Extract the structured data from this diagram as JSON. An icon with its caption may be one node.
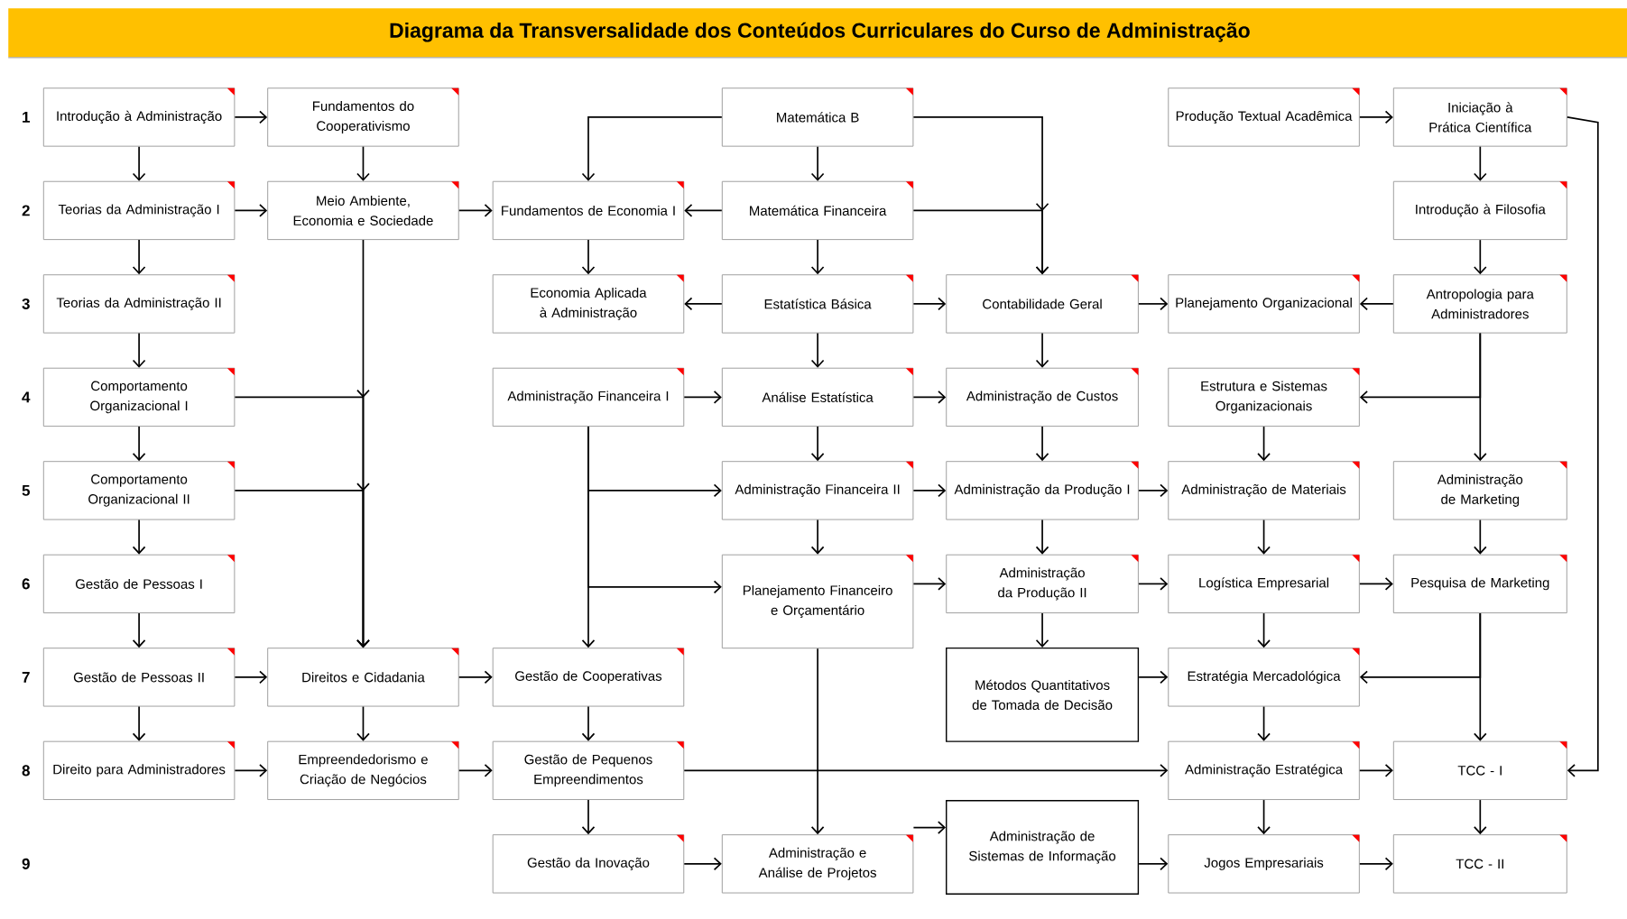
{
  "diagram": {
    "title": "Diagrama da Transversalidade dos Conteúdos Curriculares do Curso de Administração",
    "nodes": [
      {
        "text": [
          "Introdução à Administração"
        ]
      },
      {
        "text": [
          "Fundamentos do Cooperativismo"
        ]
      },
      {
        "text": [
          "Matemática B"
        ]
      },
      {
        "text": [
          "Produção Textual Acadêmica"
        ]
      },
      {
        "text": [
          "Iniciação à Prática Científica"
        ]
      },
      {
        "text": [
          "Teorias da Administração I"
        ]
      },
      {
        "text": [
          "Meio Ambiente, Economia e Sociedade"
        ]
      },
      {
        "text": [
          "Fundamentos de Economia I"
        ]
      },
      {
        "text": [
          "Matemática Financeira"
        ]
      },
      {
        "text": [
          "Introdução à Filosofia"
        ]
      },
      {
        "text": [
          "Teorias da Administração II"
        ]
      },
      {
        "text": [
          "Economia Aplicada à Administração"
        ]
      },
      {
        "text": [
          "Estatística Básica"
        ]
      },
      {
        "text": [
          "Contabilidade Geral"
        ]
      },
      {
        "text": [
          "Planejamento Organizacional"
        ]
      },
      {
        "text": [
          "Antropologia para Administradores"
        ]
      },
      {
        "text": [
          "Comportamento Organizacional I"
        ]
      },
      {
        "text": [
          "Administração Financeira I"
        ]
      },
      {
        "text": [
          "Análise Estatística"
        ]
      },
      {
        "text": [
          "Administração de Custos"
        ]
      },
      {
        "text": [
          "Estrutura e Sistemas Organizacionais"
        ]
      },
      {
        "text": [
          "Comportamento Organizacional II"
        ]
      },
      {
        "text": [
          "Administração Financeira II"
        ]
      },
      {
        "text": [
          "Administração da Produção I"
        ]
      },
      {
        "text": [
          "Administração de Materiais"
        ]
      },
      {
        "text": [
          "Administração de Marketing"
        ]
      },
      {
        "text": [
          "Gestão de Pessoas I"
        ]
      },
      {
        "text": [
          "Planejamento Financeiro e Orçamentário"
        ]
      },
      {
        "text": [
          "Administração da Produção II"
        ]
      },
      {
        "text": [
          "Logística Empresarial"
        ]
      },
      {
        "text": [
          "Pesquisa de Marketing"
        ]
      },
      {
        "text": [
          "Gestão de Pessoas II"
        ]
      },
      {
        "text": [
          "Direitos e Cidadania"
        ]
      },
      {
        "text": [
          "Gestão de Cooperativas"
        ]
      },
      {
        "text": [
          "Métodos Quantitativos de Tomada de Decisão"
        ]
      },
      {
        "text": [
          "Estratégia Mercadológica"
        ]
      },
      {
        "text": [
          "Direito para Administradores"
        ]
      },
      {
        "text": [
          "Empreendedorismo e Criação de Negócios"
        ]
      },
      {
        "text": [
          "Gestão de Pequenos Empreendimentos"
        ]
      },
      {
        "text": [
          "Administração Estratégica"
        ]
      },
      {
        "text": [
          "TCC - I"
        ]
      },
      {
        "text": [
          "Gestão da Inovação"
        ]
      },
      {
        "text": [
          "Administração e Análise de Projetos"
        ]
      },
      {
        "text": [
          "Administração de Sistemas de Informação"
        ]
      },
      {
        "text": [
          "Jogos Empresariais"
        ]
      },
      {
        "text": [
          "TCC - II"
        ]
      }
    ],
    "edges": [
      {
        "from": 0,
        "to": 1,
        "arrow": "to"
      },
      {
        "from": 0,
        "to": 5,
        "arrow": "to"
      },
      {
        "from": 1,
        "to": 6,
        "arrow": "to"
      },
      {
        "from": 2,
        "to": 7,
        "arrow": "to"
      },
      {
        "from": 2,
        "to": 8,
        "arrow": "to"
      },
      {
        "from": 2,
        "to": 13,
        "arrow": "to"
      },
      {
        "from": 3,
        "to": 4,
        "arrow": "to"
      },
      {
        "from": 4,
        "to": 9,
        "arrow": "to"
      },
      {
        "from": 4,
        "to": 40,
        "arrow": "to"
      },
      {
        "from": 5,
        "to": 6,
        "arrow": "to"
      },
      {
        "from": 5,
        "to": 10,
        "arrow": "to"
      },
      {
        "from": 6,
        "to": 7,
        "arrow": "to"
      },
      {
        "from": 6,
        "to": 32,
        "arrow": "to"
      },
      {
        "from": 8,
        "to": 7,
        "arrow": "to"
      },
      {
        "from": 8,
        "to": 13,
        "arrow": "to"
      },
      {
        "from": 7,
        "to": 11,
        "arrow": "to"
      },
      {
        "from": 8,
        "to": 12,
        "arrow": "to"
      },
      {
        "from": 9,
        "to": 15,
        "arrow": "to"
      },
      {
        "from": 10,
        "to": 16,
        "arrow": "to"
      },
      {
        "from": 12,
        "to": 11,
        "arrow": "to"
      },
      {
        "from": 12,
        "to": 13,
        "arrow": "to"
      },
      {
        "from": 12,
        "to": 18,
        "arrow": "to"
      },
      {
        "from": 13,
        "to": 14,
        "arrow": "to"
      },
      {
        "from": 13,
        "to": 19,
        "arrow": "to"
      },
      {
        "from": 15,
        "to": 14,
        "arrow": "to"
      },
      {
        "from": 15,
        "to": 20,
        "arrow": "to"
      },
      {
        "from": 15,
        "to": 25,
        "arrow": "to"
      },
      {
        "from": 16,
        "to": 32,
        "arrow": "to"
      },
      {
        "from": 16,
        "to": 21,
        "arrow": "to"
      },
      {
        "from": 17,
        "to": 18,
        "arrow": "to"
      },
      {
        "from": 17,
        "to": 22,
        "arrow": "to"
      },
      {
        "from": 17,
        "to": 27,
        "arrow": "to"
      },
      {
        "from": 17,
        "to": 33,
        "arrow": "to"
      },
      {
        "from": 18,
        "to": 19,
        "arrow": "to"
      },
      {
        "from": 18,
        "to": 22,
        "arrow": "to"
      },
      {
        "from": 19,
        "to": 23,
        "arrow": "to"
      },
      {
        "from": 20,
        "to": 24,
        "arrow": "to"
      },
      {
        "from": 21,
        "to": 32,
        "arrow": "to"
      },
      {
        "from": 21,
        "to": 26,
        "arrow": "to"
      },
      {
        "from": 22,
        "to": 23,
        "arrow": "to"
      },
      {
        "from": 22,
        "to": 27,
        "arrow": "to"
      },
      {
        "from": 23,
        "to": 24,
        "arrow": "to"
      },
      {
        "from": 23,
        "to": 28,
        "arrow": "to"
      },
      {
        "from": 24,
        "to": 29,
        "arrow": "to"
      },
      {
        "from": 25,
        "to": 30,
        "arrow": "to"
      },
      {
        "from": 26,
        "to": 31,
        "arrow": "to"
      },
      {
        "from": 27,
        "to": 28,
        "arrow": "to"
      },
      {
        "from": 27,
        "to": 42,
        "arrow": "to"
      },
      {
        "from": 28,
        "to": 29,
        "arrow": "to"
      },
      {
        "from": 28,
        "to": 34,
        "arrow": "to"
      },
      {
        "from": 29,
        "to": 30,
        "arrow": "to"
      },
      {
        "from": 29,
        "to": 35,
        "arrow": "to"
      },
      {
        "from": 30,
        "to": 35,
        "arrow": "to"
      },
      {
        "from": 30,
        "to": 40,
        "arrow": "to"
      },
      {
        "from": 31,
        "to": 32,
        "arrow": "to"
      },
      {
        "from": 31,
        "to": 36,
        "arrow": "to"
      },
      {
        "from": 32,
        "to": 33,
        "arrow": "to"
      },
      {
        "from": 32,
        "to": 37,
        "arrow": "to"
      },
      {
        "from": 33,
        "to": 38,
        "arrow": "to"
      },
      {
        "from": 34,
        "to": 35,
        "arrow": "to"
      },
      {
        "from": 35,
        "to": 39,
        "arrow": "to"
      },
      {
        "from": 36,
        "to": 37,
        "arrow": "to"
      },
      {
        "from": 37,
        "to": 38,
        "arrow": "to"
      },
      {
        "from": 38,
        "to": 39,
        "arrow": "to"
      },
      {
        "from": 38,
        "to": 41,
        "arrow": "to"
      },
      {
        "from": 39,
        "to": 40,
        "arrow": "to"
      },
      {
        "from": 39,
        "to": 44,
        "arrow": "to"
      },
      {
        "from": 40,
        "to": 45,
        "arrow": "to"
      },
      {
        "from": 41,
        "to": 42,
        "arrow": "to"
      },
      {
        "from": 42,
        "to": 43,
        "arrow": "to"
      },
      {
        "from": 43,
        "to": 44,
        "arrow": "to"
      },
      {
        "from": 44,
        "to": 45,
        "arrow": "to"
      }
    ],
    "labels": [
      "1",
      "2",
      "3",
      "4",
      "5",
      "6",
      "7",
      "8",
      "9"
    ]
  }
}
